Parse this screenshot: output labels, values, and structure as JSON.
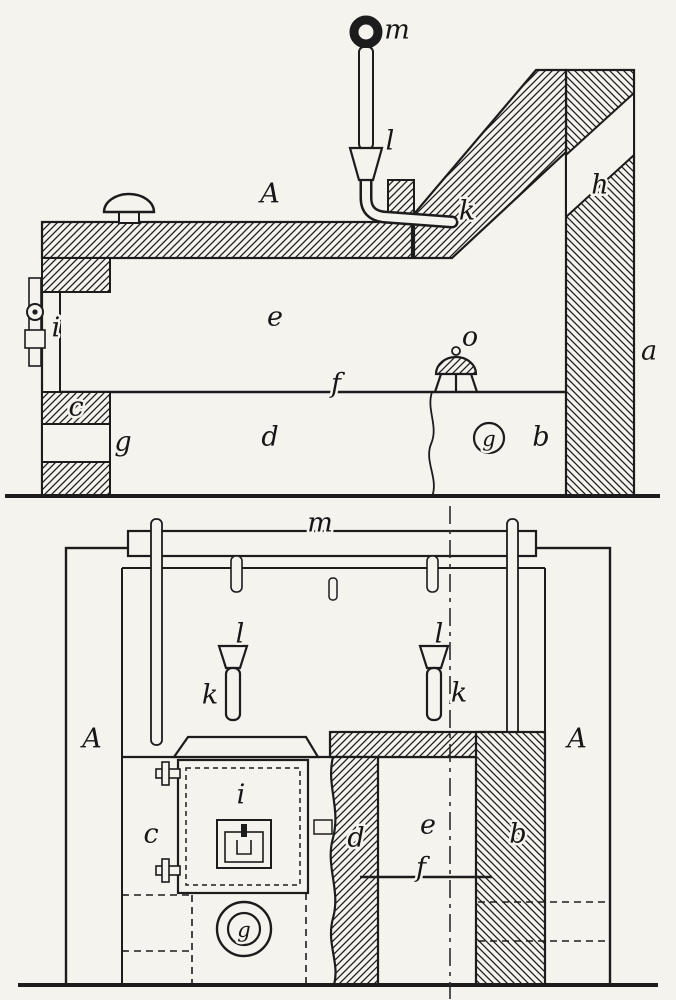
{
  "figure": {
    "description_colors": {
      "paper": "#f5f3ee",
      "ink": "#1c1c1c"
    },
    "top": {
      "labels": {
        "m": "m",
        "l": "l",
        "k": "k",
        "A": "A",
        "h": "h",
        "a": "a",
        "e": "e",
        "i": "i",
        "o": "o",
        "f": "f",
        "c": "c",
        "g": "g",
        "d": "d",
        "g_circled": "g",
        "b": "b"
      }
    },
    "bottom": {
      "labels": {
        "m": "m",
        "l_left": "l",
        "k_left": "k",
        "l_right": "l",
        "k_right": "k",
        "A_left": "A",
        "A_right": "A",
        "c": "c",
        "i": "i",
        "d": "d",
        "e": "e",
        "f": "f",
        "b": "b",
        "g_circled": "g"
      }
    }
  }
}
